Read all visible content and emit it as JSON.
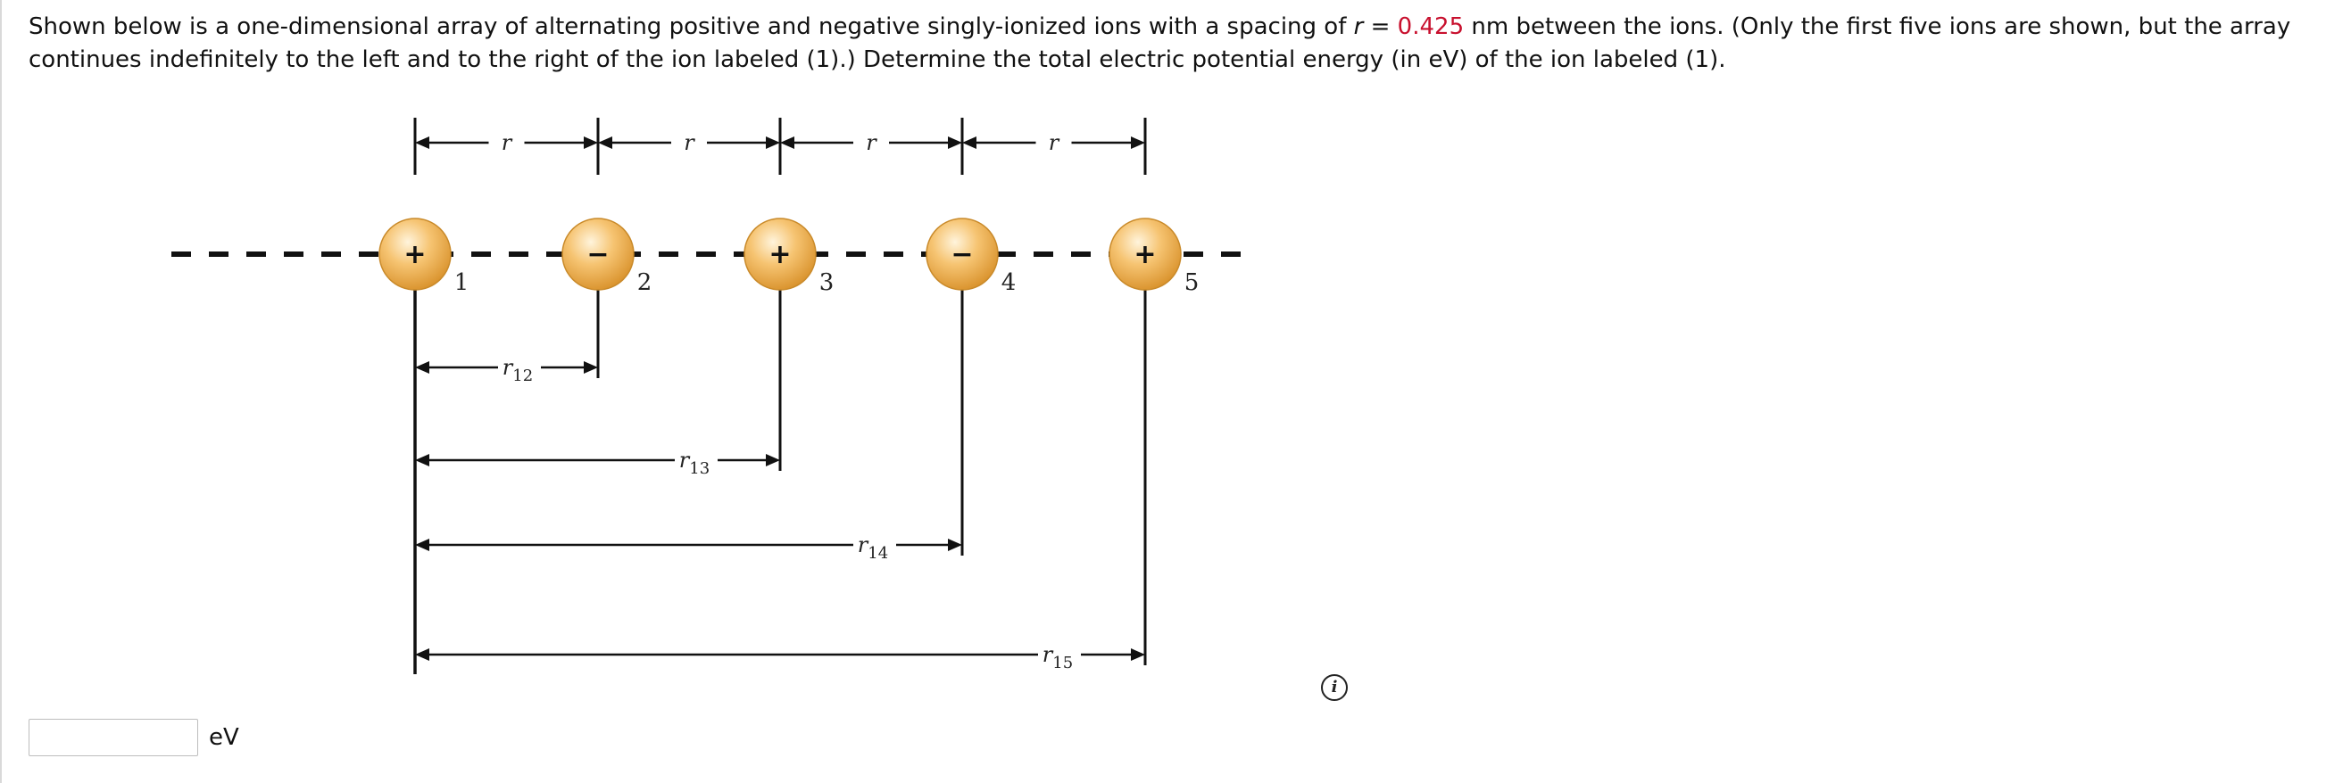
{
  "question": {
    "part1": "Shown below is a one-dimensional array of alternating positive and negative singly-ionized ions with a spacing of ",
    "var_r": "r",
    "equals": " = ",
    "r_value": "0.425",
    "part2": " nm between the ions. (Only the first five ions are shown, but the array continues indefinitely to the left and to the right of the ion labeled (1).) Determine the total electric potential energy (in eV) of the ion labeled (1)."
  },
  "diagram": {
    "spacing_label": "r",
    "ions": [
      {
        "sign": "+",
        "label": "1"
      },
      {
        "sign": "−",
        "label": "2"
      },
      {
        "sign": "+",
        "label": "3"
      },
      {
        "sign": "−",
        "label": "4"
      },
      {
        "sign": "+",
        "label": "5"
      }
    ],
    "distances": [
      {
        "base": "r",
        "sub": "12"
      },
      {
        "base": "r",
        "sub": "13"
      },
      {
        "base": "r",
        "sub": "14"
      },
      {
        "base": "r",
        "sub": "15"
      }
    ]
  },
  "answer": {
    "value": "",
    "unit": "eV"
  },
  "icons": {
    "info": "info-icon"
  },
  "colors": {
    "highlight": "#c8102e",
    "ion_fill": "#f2b760"
  }
}
